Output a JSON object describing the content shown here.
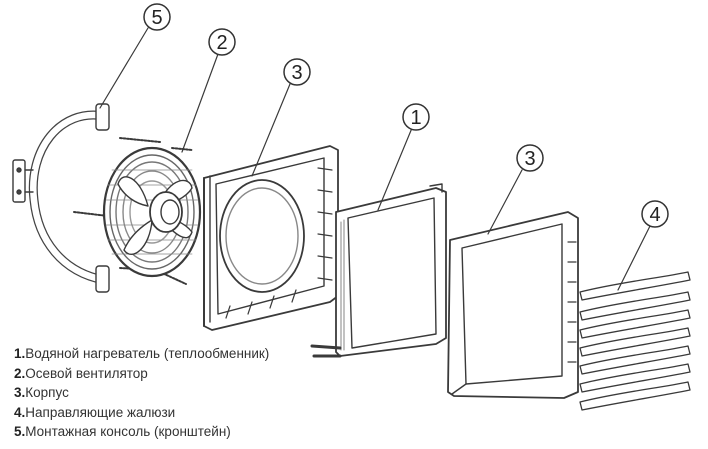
{
  "diagram": {
    "title": "Exploded view of a water heater fan unit",
    "callouts": [
      {
        "id": "callout-5",
        "number": "5"
      },
      {
        "id": "callout-2",
        "number": "2"
      },
      {
        "id": "callout-3a",
        "number": "3"
      },
      {
        "id": "callout-1",
        "number": "1"
      },
      {
        "id": "callout-3b",
        "number": "3"
      },
      {
        "id": "callout-4",
        "number": "4"
      }
    ],
    "legend": [
      {
        "number": "1",
        "separator": ".",
        "text": "Водяной нагреватель (теплообменник)"
      },
      {
        "number": "2",
        "separator": ".",
        "text": "Осевой вентилятор"
      },
      {
        "number": "3",
        "separator": ".",
        "text": "Корпус"
      },
      {
        "number": "4",
        "separator": ".",
        "text": "Направляющие жалюзи"
      },
      {
        "number": "5",
        "separator": ".",
        "text": "Монтажная консоль (кронштейн)"
      }
    ]
  }
}
